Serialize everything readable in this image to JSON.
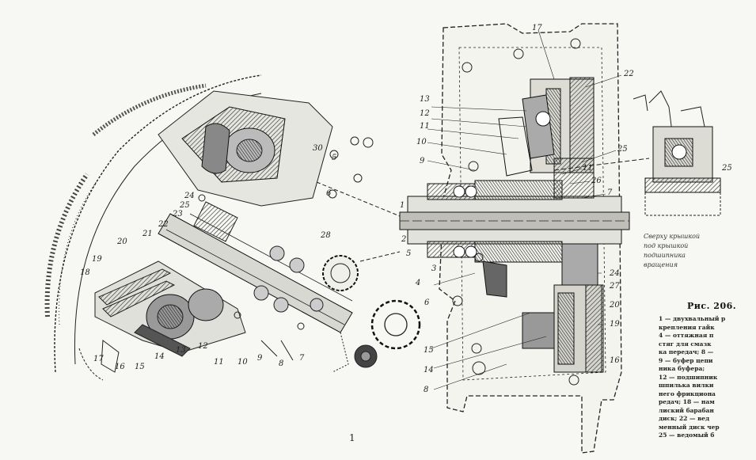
{
  "figure": {
    "title": "Рис. 206.",
    "caption_lines": [
      "1 — двухвальный р",
      "крепления гайк",
      "4 — оттяжная п",
      "стяг для смазк",
      "ка передач; 8 —",
      "9 — буфер цепи",
      "ника буфера;",
      "12 — подшипник",
      "шпилька вилки",
      "него фрикциона",
      "редач; 18 — нам",
      "лиский барабан",
      "диск; 22 — вед",
      "менный диск чер",
      "25 — ведомый б"
    ],
    "inset_note_lines": [
      "Сверху крышкой",
      "под крышкой",
      "подшипника",
      "вращения"
    ],
    "bottom_mark": "1"
  },
  "left_callouts": [
    "30",
    "5",
    "6",
    "28",
    "24",
    "25",
    "23",
    "22",
    "21",
    "20",
    "19",
    "18",
    "17",
    "16",
    "15",
    "14",
    "13",
    "12",
    "11",
    "10",
    "9",
    "8",
    "7"
  ],
  "right_callouts": [
    "17",
    "22",
    "13",
    "12",
    "11",
    "10",
    "9",
    "25",
    "11",
    "26",
    "7",
    "24",
    "27",
    "20",
    "19",
    "16",
    "15",
    "14",
    "6",
    "8",
    "5",
    "4",
    "3",
    "2",
    "1",
    "25"
  ],
  "colors": {
    "ink": "#1e1e1e",
    "paper": "#f7f7f3"
  }
}
